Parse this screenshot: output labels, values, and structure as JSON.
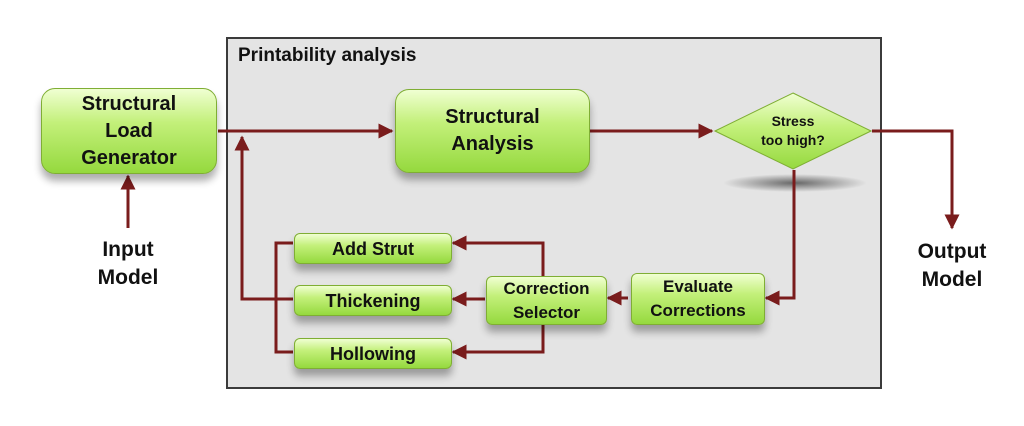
{
  "panel": {
    "title": "Printability analysis"
  },
  "nodes": {
    "load_generator": [
      "Structural",
      "Load",
      "Generator"
    ],
    "structural_analysis": [
      "Structural",
      "Analysis"
    ],
    "decision": [
      "Stress",
      "too high?"
    ],
    "evaluate": [
      "Evaluate",
      "Corrections"
    ],
    "selector": [
      "Correction",
      "Selector"
    ],
    "add_strut": "Add Strut",
    "thickening": "Thickening",
    "hollowing": "Hollowing"
  },
  "io": {
    "input": [
      "Input",
      "Model"
    ],
    "output": [
      "Output",
      "Model"
    ]
  },
  "colors": {
    "arrow": "#7a1c1c",
    "node_fill_light": "#f0ffd2",
    "node_fill_dark": "#95d93e",
    "panel_bg": "#e4e4e4"
  }
}
